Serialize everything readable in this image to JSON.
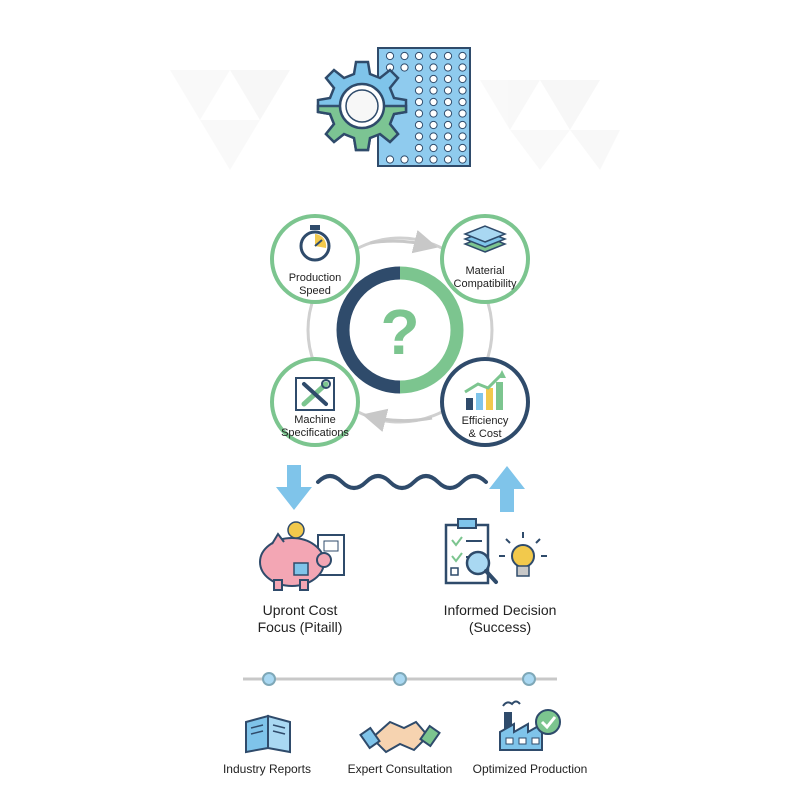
{
  "colors": {
    "green": "#7cc58f",
    "navy": "#2f4b6b",
    "blue": "#7fc4ea",
    "light_blue": "#a9d8f2",
    "pink": "#f3a6b4",
    "yellow": "#f2c94c",
    "gray": "#c8c8c8"
  },
  "header": {
    "icon": "gear-grid-icon"
  },
  "cycle": {
    "center_icon": "question-mark-icon",
    "center_text": "?",
    "nodes": [
      {
        "id": "production-speed",
        "icon": "stopwatch-icon",
        "label_line1": "Production",
        "label_line2": "Speed"
      },
      {
        "id": "material-compatibility",
        "icon": "layers-icon",
        "label_line1": "Material",
        "label_line2": "Compatibility"
      },
      {
        "id": "machine-specifications",
        "icon": "tools-icon",
        "label_line1": "Machine",
        "label_line2": "Specifications"
      },
      {
        "id": "efficiency-cost",
        "icon": "growth-chart-icon",
        "label_line1": "Efficiency",
        "label_line2": "& Cost"
      }
    ]
  },
  "outcomes": {
    "pitfall": {
      "icon": "piggy-bank-icon",
      "line1": "Upront Cost",
      "line2": "Focus (Pitaill)"
    },
    "success": {
      "icon": "clipboard-lightbulb-icon",
      "line1": "Informed Decision",
      "line2": "(Success)"
    }
  },
  "resources": [
    {
      "icon": "book-icon",
      "label": "Industry Reports"
    },
    {
      "icon": "handshake-icon",
      "label": "Expert Consultation"
    },
    {
      "icon": "factory-icon",
      "label": "Optimized Production"
    }
  ]
}
